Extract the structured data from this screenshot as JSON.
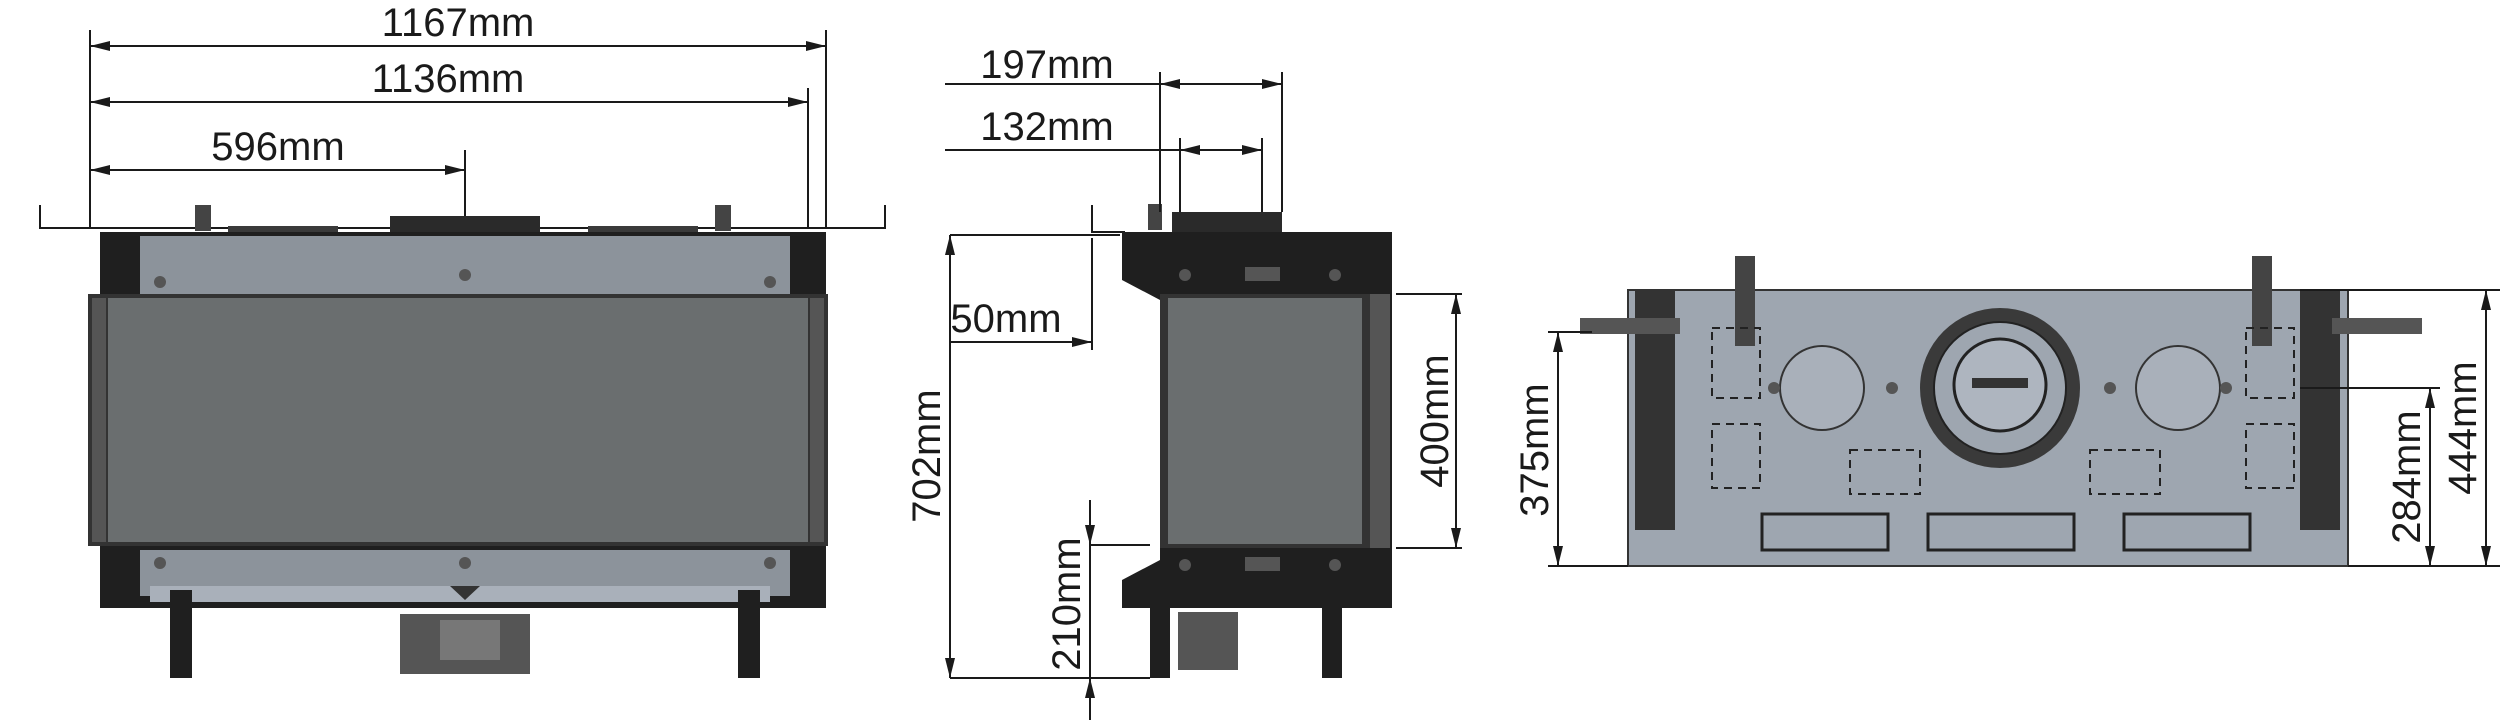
{
  "colors": {
    "body": "#1f1f1f",
    "panel": "#8c939b",
    "panel_light": "#a9b0ba",
    "glass": "#6a6e6f",
    "top_view_fill": "#9ea6b0",
    "line": "#1a1a1a"
  },
  "front_view": {
    "dim_overall": "1167mm",
    "dim_glass": "1136mm",
    "dim_center": "596mm"
  },
  "side_view": {
    "dim_depth": "197mm",
    "dim_flue": "132mm",
    "dim_frame": "50mm",
    "dim_height": "702mm",
    "dim_glass_height": "400mm",
    "dim_base": "210mm"
  },
  "top_view": {
    "dim_left": "375mm",
    "dim_right_inner": "284mm",
    "dim_right_outer": "444mm"
  }
}
